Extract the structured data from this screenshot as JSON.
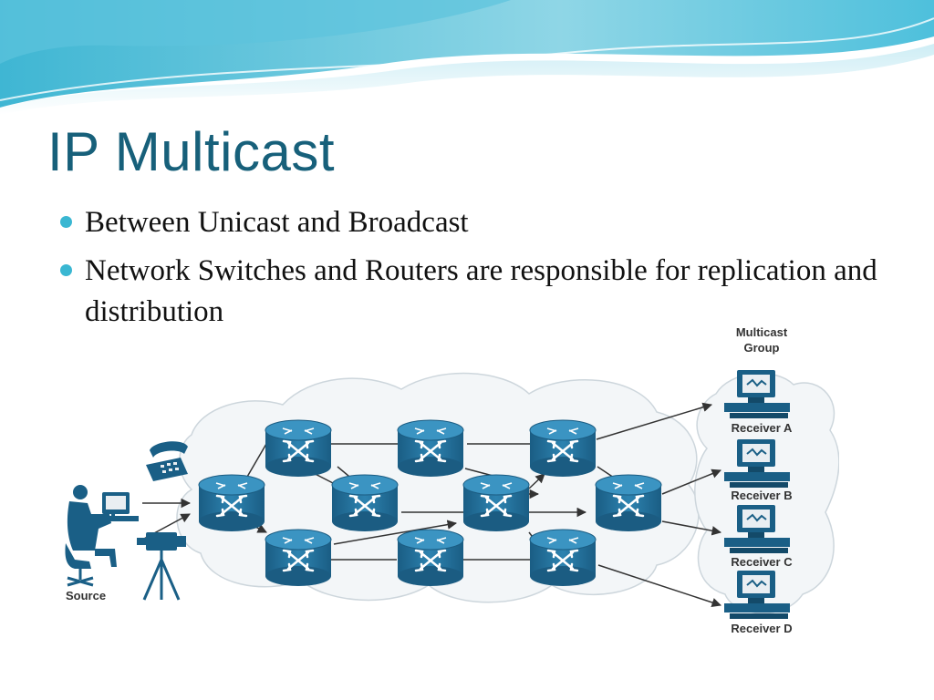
{
  "slide": {
    "title": "IP Multicast",
    "bullets": [
      "Between Unicast and Broadcast",
      "Network Switches and Routers are responsible for replication and distribution"
    ]
  },
  "diagram": {
    "source_label": "Source",
    "group_label_line1": "Multicast",
    "group_label_line2": "Group",
    "receivers": [
      "Receiver A",
      "Receiver B",
      "Receiver C",
      "Receiver D"
    ]
  },
  "colors": {
    "title": "#17607a",
    "bullet_dot": "#3ab7d2",
    "router": "#1f6d96",
    "device": "#1a5f86"
  }
}
